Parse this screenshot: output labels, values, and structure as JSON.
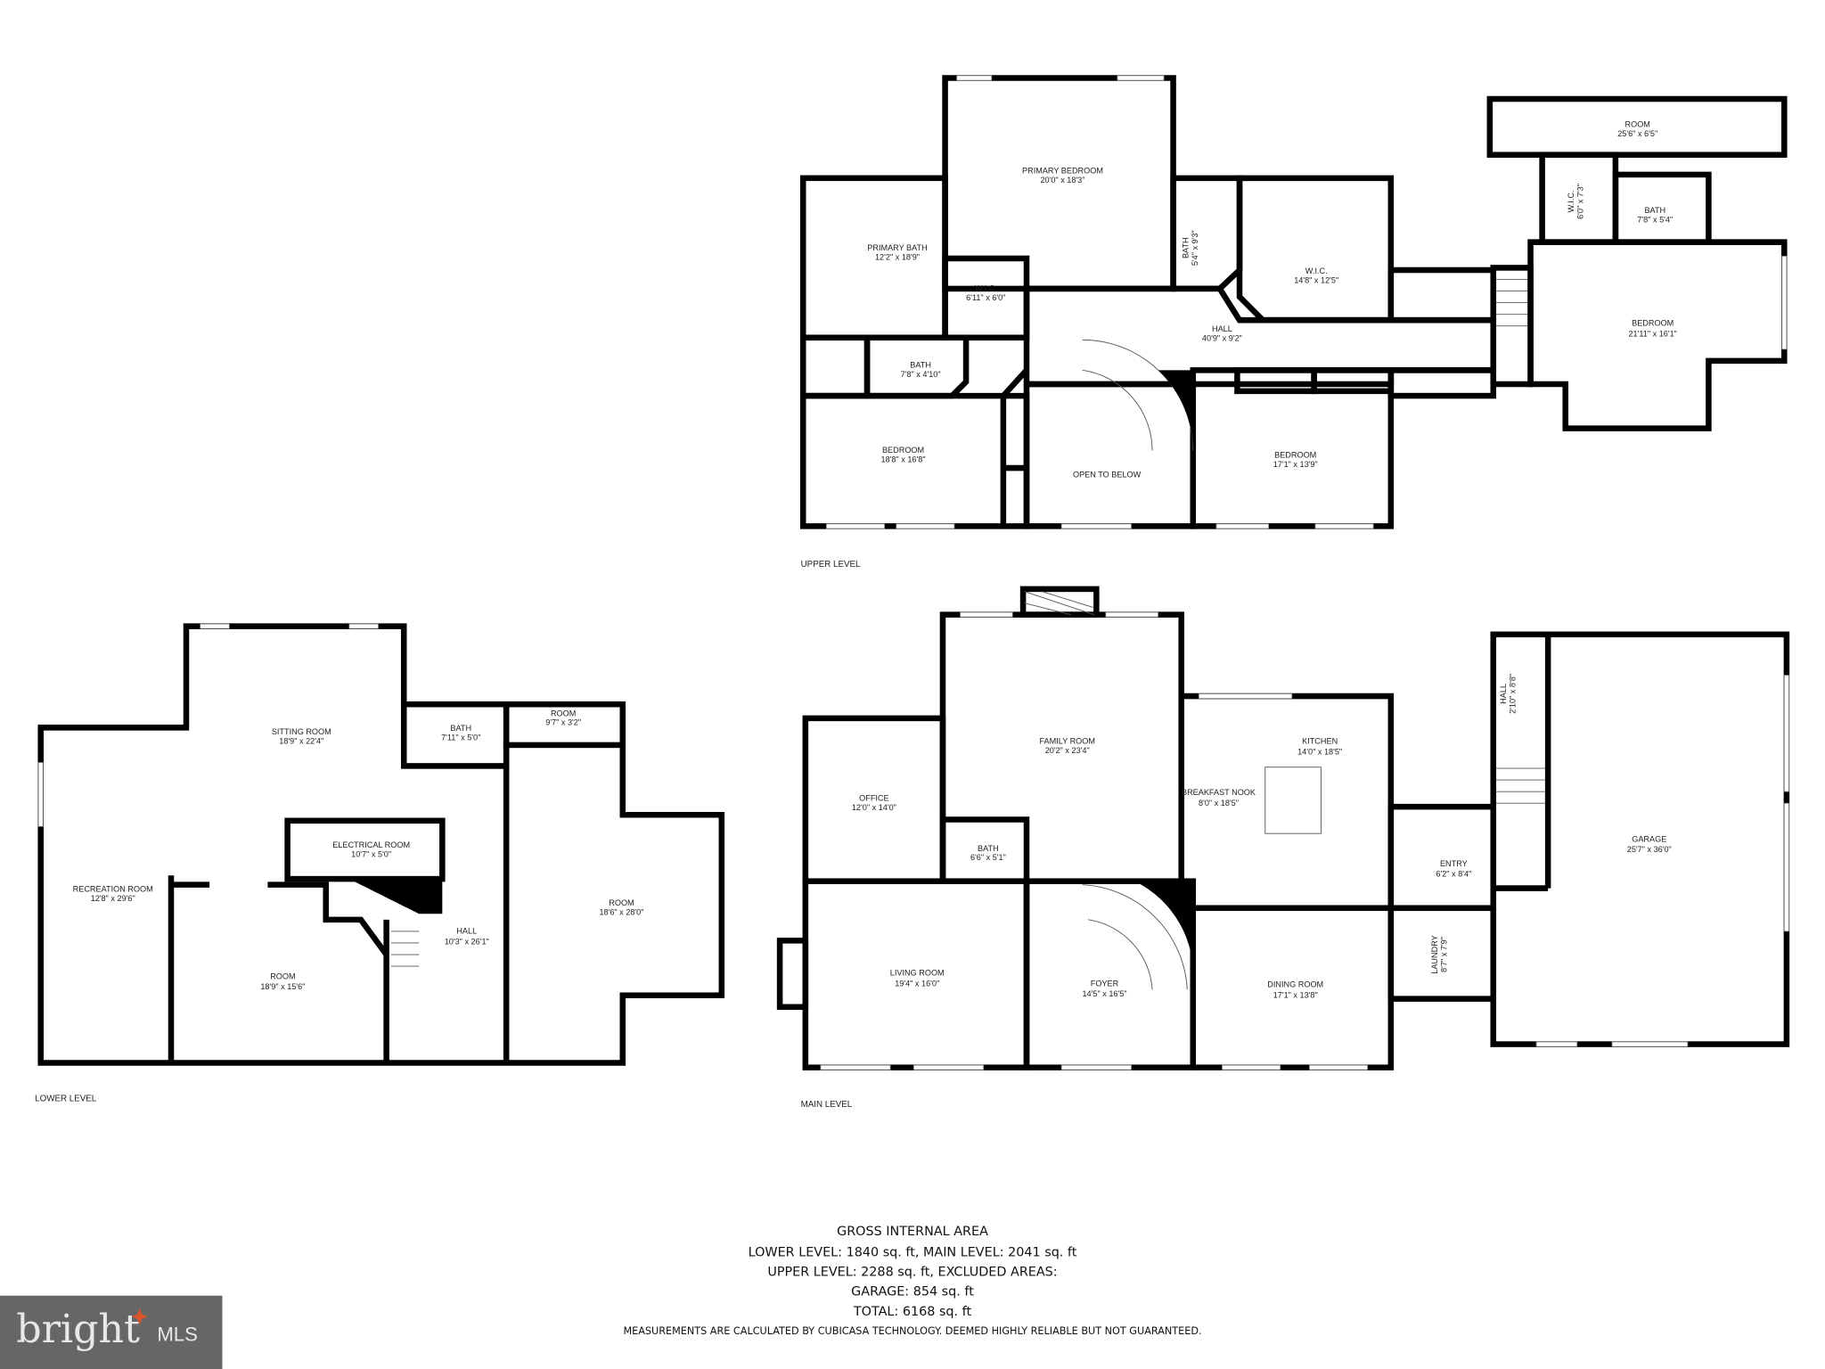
{
  "upper_level": {
    "label": "UPPER LEVEL",
    "rooms": [
      {
        "name": "PRIMARY BEDROOM",
        "dims": "20'0\" x 18'3\""
      },
      {
        "name": "PRIMARY BATH",
        "dims": "12'2\" x 18'9\""
      },
      {
        "name": "W.I.C.",
        "dims": "6'11\" x 6'0\""
      },
      {
        "name": "BATH",
        "dims": "7'8\" x 4'10\""
      },
      {
        "name": "BEDROOM",
        "dims": "18'8\" x 16'8\""
      },
      {
        "name": "OPEN TO BELOW"
      },
      {
        "name": "HALL",
        "dims": "40'9\" x 9'2\""
      },
      {
        "name": "BEDROOM",
        "dims": "17'1\" x 13'9\""
      },
      {
        "name": "BATH",
        "dims": "5'4\" x 9'3\""
      },
      {
        "name": "W.I.C.",
        "dims": "14'8\" x 12'5\""
      },
      {
        "name": "ROOM",
        "dims": "25'6\" x 6'5\""
      },
      {
        "name": "W.I.C.",
        "dims": "6'0\" x 7'3\""
      },
      {
        "name": "BATH",
        "dims": "7'8\" x 5'4\""
      },
      {
        "name": "BEDROOM",
        "dims": "21'11\" x 16'1\""
      }
    ]
  },
  "lower_level": {
    "label": "LOWER LEVEL",
    "rooms": [
      {
        "name": "SITTING ROOM",
        "dims": "18'9\" x 22'4\""
      },
      {
        "name": "RECREATION ROOM",
        "dims": "12'8\" x 29'6\""
      },
      {
        "name": "BATH",
        "dims": "7'11\" x 5'0\""
      },
      {
        "name": "ROOM",
        "dims": "9'7\" x 3'2\""
      },
      {
        "name": "ELECTRICAL ROOM",
        "dims": "10'7\" x 5'0\""
      },
      {
        "name": "HALL",
        "dims": "10'3\" x 26'1\""
      },
      {
        "name": "ROOM",
        "dims": "18'9\" x 15'6\""
      },
      {
        "name": "ROOM",
        "dims": "18'6\" x 28'0\""
      }
    ]
  },
  "main_level": {
    "label": "MAIN LEVEL",
    "rooms": [
      {
        "name": "FAMILY ROOM",
        "dims": "20'2\" x 23'4\""
      },
      {
        "name": "OFFICE",
        "dims": "12'0\" x 14'0\""
      },
      {
        "name": "BATH",
        "dims": "6'6\" x 5'1\""
      },
      {
        "name": "KITCHEN",
        "dims": "14'0\" x 18'5\""
      },
      {
        "name": "BREAKFAST NOOK",
        "dims": "8'0\" x 18'5\""
      },
      {
        "name": "LIVING ROOM",
        "dims": "19'4\" x 16'0\""
      },
      {
        "name": "FOYER",
        "dims": "14'5\" x 16'5\""
      },
      {
        "name": "DINING ROOM",
        "dims": "17'1\" x 13'8\""
      },
      {
        "name": "ENTRY",
        "dims": "6'2\" x 8'4\""
      },
      {
        "name": "LAUNDRY",
        "dims": "8'7\" x 7'9\""
      },
      {
        "name": "HALL",
        "dims": "2'10\" x 8'8\""
      },
      {
        "name": "GARAGE",
        "dims": "25'7\" x 36'0\""
      }
    ]
  },
  "area_summary": {
    "title": "GROSS INTERNAL AREA",
    "line1": "LOWER LEVEL: 1840 sq. ft, MAIN LEVEL: 2041 sq. ft",
    "line2": "UPPER LEVEL: 2288 sq. ft, EXCLUDED AREAS:",
    "line3": "GARAGE: 854 sq. ft",
    "line4": "TOTAL: 6168 sq. ft",
    "disclaimer": "MEASUREMENTS ARE CALCULATED BY CUBICASA TECHNOLOGY. DEEMED HIGHLY RELIABLE BUT NOT GUARANTEED."
  },
  "logo": {
    "text": "bright",
    "suffix": "MLS",
    "background": "#666666",
    "accent": "#d9542b"
  },
  "colors": {
    "wall": "#000000",
    "background": "#ffffff"
  }
}
